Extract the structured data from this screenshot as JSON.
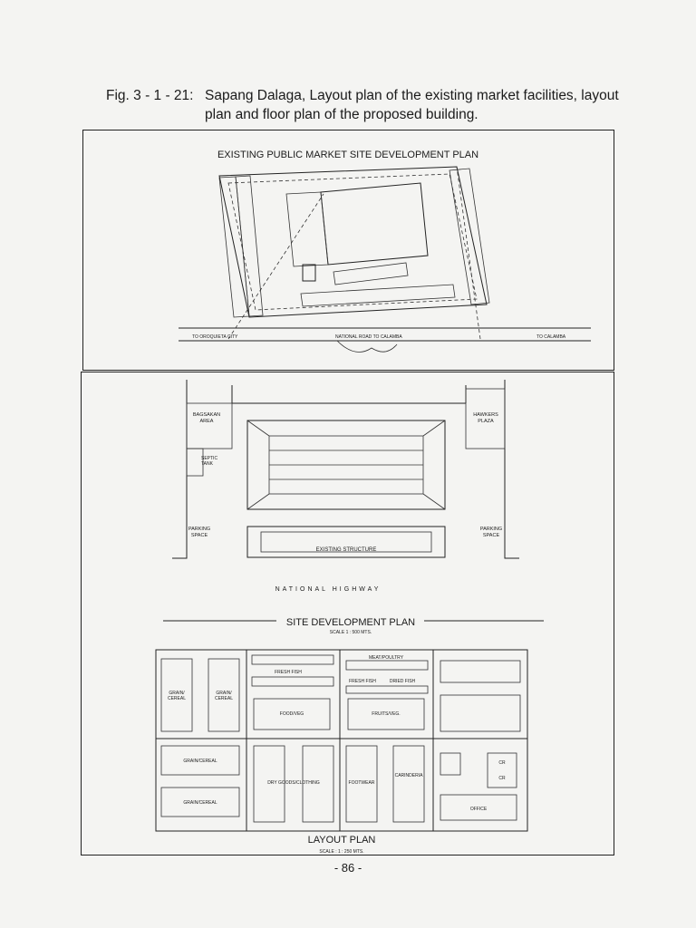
{
  "caption": {
    "fig": "Fig. 3 - 1 - 21:",
    "text": "Sapang Dalaga, Layout plan of the existing market facilities, layout plan and floor plan of the proposed building."
  },
  "existing_plan": {
    "title": "EXISTING PUBLIC MARKET SITE DEVELOPMENT PLAN",
    "road_left": "TO OROQUIETA CITY",
    "road_label": "NATIONAL ROAD TO CALAMBA",
    "road_right": "TO CALAMBA"
  },
  "site_plan": {
    "bagsakan": [
      "BAGSAKAN",
      "AREA"
    ],
    "hawkers": [
      "HAWKERS",
      "PLAZA"
    ],
    "septic": [
      "SEPTIC",
      "TANK"
    ],
    "parking_left": [
      "PARKING",
      "SPACE"
    ],
    "parking_right": [
      "PARKING",
      "SPACE"
    ],
    "existing_structure": "EXISTING STRUCTURE",
    "highway": "NATIONAL HIGHWAY",
    "title": "SITE DEVELOPMENT PLAN",
    "scale": "SCALE 1 : 500 MTS."
  },
  "layout_plan": {
    "meat_poultry": "MEAT/POULTRY",
    "fresh_fish": "FRESH FISH",
    "fresh_fish_b": "FRESH FISH",
    "dried_fish": "DRIED FISH",
    "grain_a": [
      "GRAIN/",
      "CEREAL"
    ],
    "grain_b": [
      "GRAIN/",
      "CEREAL"
    ],
    "food_veg": "FOOD/VEG",
    "fruits_veg": "FRUITS/VEG.",
    "grain_c": "GRAIN/CEREAL",
    "grain_d": "GRAIN/CEREAL",
    "dry_goods": "DRY GOODS/CLOTHING",
    "footwear": "FOOTWEAR",
    "carinderia": "CARINDERIA",
    "cr1": "CR",
    "cr2": "CR",
    "office": "OFFICE",
    "title": "LAYOUT PLAN",
    "scale": "SCALE : 1 : 250 MTS."
  },
  "page_number": "- 86 -"
}
